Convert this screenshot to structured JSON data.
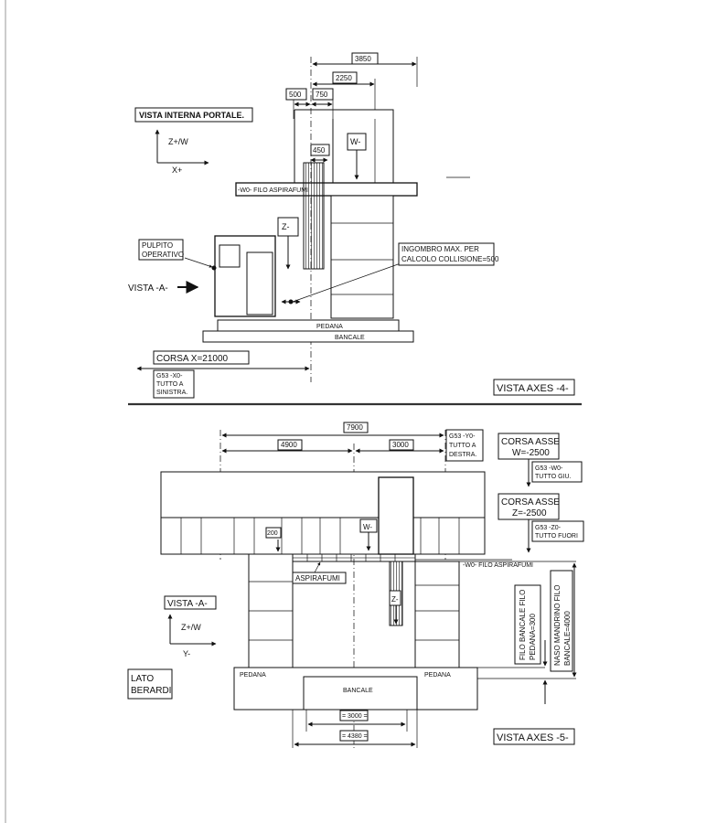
{
  "top_view": {
    "title": "VISTA INTERNA PORTALE.",
    "axis_up": "Z+/W",
    "axis_right": "X+",
    "dim_3850": "3850",
    "dim_2250": "2250",
    "dim_500": "500",
    "dim_750": "750",
    "dim_450": "450",
    "w_minus": "W-",
    "z_minus": "Z-",
    "w0_filo": "-W0- FILO ASPIRAFUMI",
    "pulpito": [
      "PULPITO",
      "OPERATIVO"
    ],
    "vista_a": "VISTA -A-",
    "ingombro": [
      "INGOMBRO MAX. PER",
      "CALCOLO COLLISIONE=500"
    ],
    "pedana": "PEDANA",
    "bancale": "BANCALE",
    "corsa_x": "CORSA X=21000",
    "g53_x0": [
      "G53 -X0-",
      "TUTTO A",
      "SINISTRA."
    ],
    "caption": "VISTA AXES -4-"
  },
  "bottom_view": {
    "dim_7900": "7900",
    "dim_4900": "4900",
    "dim_3000": "3000",
    "g53_y0": [
      "G53 -Y0-",
      "TUTTO A",
      "DESTRA."
    ],
    "corsa_w": [
      "CORSA ASSE",
      "W=-2500"
    ],
    "g53_w0": [
      "G53 -W0-",
      "TUTTO GIU."
    ],
    "corsa_z": [
      "CORSA ASSE",
      "Z=-2500"
    ],
    "g53_z0": [
      "G53 -Z0-",
      "TUTTO FUORI"
    ],
    "dim_200": "200",
    "w_minus": "W-",
    "z_minus": "Z-",
    "aspirafumi": "ASPIRAFUMI",
    "w0_filo": "-W0- FILO ASPIRAFUMI",
    "vista_a": "VISTA -A-",
    "axis_up": "Z+/W",
    "axis_left": "Y-",
    "lato": [
      "LATO",
      "BERARDI"
    ],
    "pedana_left": "PEDANA",
    "pedana_right": "PEDANA",
    "bancale": "BANCALE",
    "filo_bancale": [
      "FILO BANCALE FILO",
      "PEDANA=300"
    ],
    "naso_mandrino": [
      "NASO MANDRINO FILO",
      "BANCALE=4000"
    ],
    "dim_3000_bottom": "= 3000 =",
    "dim_4380": "= 4380 =",
    "caption": "VISTA AXES -5-"
  }
}
